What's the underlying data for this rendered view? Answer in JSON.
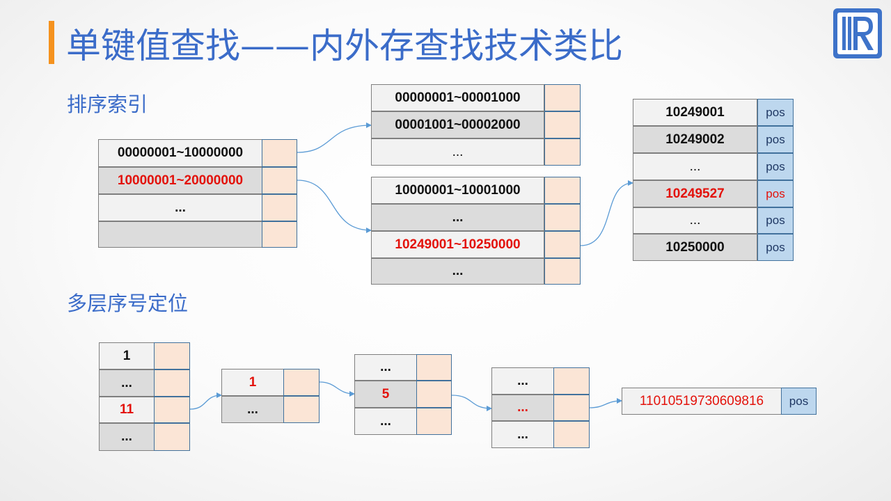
{
  "title": "单键值查找——内外存查找技术类比",
  "sections": {
    "sort_index": "排序索引",
    "multi_level": "多层序号定位"
  },
  "index": {
    "root": [
      "00000001~10000000",
      "10000001~20000000",
      "...",
      ""
    ],
    "level2_a": [
      "00000001~00001000",
      "00001001~00002000",
      "..."
    ],
    "level2_b": [
      "10000001~10001000",
      "...",
      "10249001~10250000",
      "..."
    ],
    "leaf_keys": [
      "10249001",
      "10249002",
      "...",
      "10249527",
      "...",
      "10250000"
    ],
    "leaf_pos": [
      "pos",
      "pos",
      "pos",
      "pos",
      "pos",
      "pos"
    ]
  },
  "sequence": {
    "col1": [
      "1",
      "...",
      "11",
      "..."
    ],
    "col2": [
      "1",
      "..."
    ],
    "col3": [
      "...",
      "5",
      "..."
    ],
    "col4": [
      "...",
      "...",
      "..."
    ],
    "result_key": "11010519730609816",
    "result_pos": "pos"
  },
  "colors": {
    "title": "#3b6cc9",
    "accent": "#f5921e",
    "highlight": "#e3120b",
    "peach": "#fbe5d6",
    "pos_blue": "#bdd7ee",
    "arrow": "#5b9bd5"
  },
  "logo_icon": "r-logo-icon"
}
